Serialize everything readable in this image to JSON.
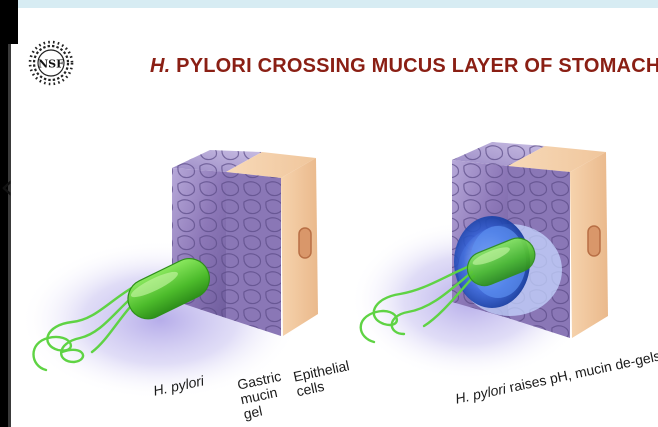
{
  "logo": {
    "text": "NSF"
  },
  "title": {
    "italic_part": "H.",
    "rest": "PYLORI CROSSING MUCUS LAYER OF STOMACH"
  },
  "labels": {
    "bacterium": "H. pylori",
    "mucin_gel_line1": "Gastric",
    "mucin_gel_line2": "mucin",
    "mucin_gel_line3": "gel",
    "epithelial_line1": "Epithelial",
    "epithelial_line2": "cells",
    "raises_italic": "H. pylori",
    "raises_rest": " raises pH, mucin de-gels"
  },
  "colors": {
    "title": "#8a1f14",
    "mucin": "#8e7bb8",
    "epithelium": "#f3cda4",
    "bacterium": "#58c83a",
    "bubble": "#2d5fd8",
    "glow": "#b7b0ea"
  }
}
